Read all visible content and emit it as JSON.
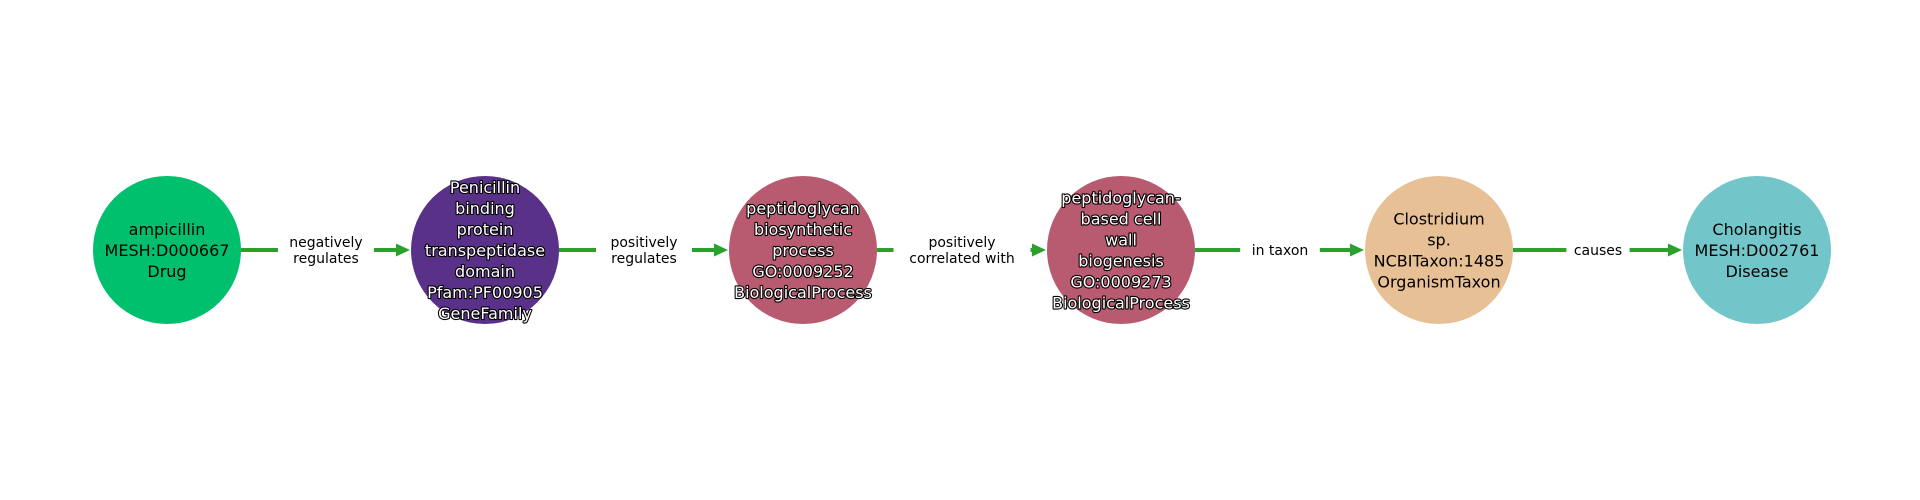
{
  "diagram": {
    "edge_color": "#2ca02c",
    "nodes": [
      {
        "id": "ampicillin",
        "lines": [
          "ampicillin",
          "MESH:D000667",
          "Drug"
        ],
        "color": "#00c06e",
        "text_style": "dark"
      },
      {
        "id": "penicillin-binding",
        "lines": [
          "Penicillin",
          "binding",
          "protein",
          "transpeptidase",
          "domain",
          "Pfam:PF00905",
          "GeneFamily"
        ],
        "color": "#5a3188",
        "text_style": "light"
      },
      {
        "id": "peptidoglycan-biosynthetic",
        "lines": [
          "peptidoglycan",
          "biosynthetic",
          "process",
          "GO:0009252",
          "BiologicalProcess"
        ],
        "color": "#b85a70",
        "text_style": "light"
      },
      {
        "id": "peptidoglycan-cell-wall",
        "lines": [
          "peptidoglycan-",
          "based cell",
          "wall",
          "biogenesis",
          "GO:0009273",
          "BiologicalProcess"
        ],
        "color": "#b85a70",
        "text_style": "light"
      },
      {
        "id": "clostridium",
        "lines": [
          "Clostridium",
          "sp.",
          "NCBITaxon:1485",
          "OrganismTaxon"
        ],
        "color": "#e8c095",
        "text_style": "dark"
      },
      {
        "id": "cholangitis",
        "lines": [
          "Cholangitis",
          "MESH:D002761",
          "Disease"
        ],
        "color": "#72c6c9",
        "text_style": "dark"
      }
    ],
    "edges": [
      {
        "label_lines": [
          "negatively",
          "regulates"
        ]
      },
      {
        "label_lines": [
          "positively",
          "regulates"
        ]
      },
      {
        "label_lines": [
          "positively",
          "correlated with"
        ]
      },
      {
        "label_lines": [
          "in taxon"
        ]
      },
      {
        "label_lines": [
          "causes"
        ]
      }
    ]
  }
}
